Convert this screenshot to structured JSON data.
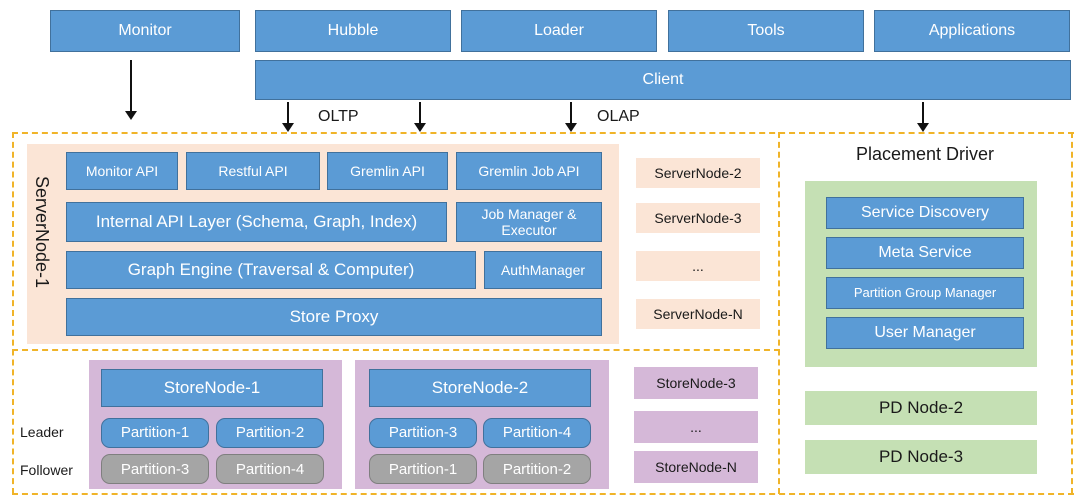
{
  "top_row": [
    "Monitor",
    "Hubble",
    "Loader",
    "Tools",
    "Applications"
  ],
  "client": "Client",
  "oltp_label": "OLTP",
  "olap_label": "OLAP",
  "server_node": {
    "title": "ServerNode-1",
    "api_row": [
      "Monitor API",
      "Restful API",
      "Gremlin API",
      "Gremlin Job API"
    ],
    "internal_api": "Internal API Layer (Schema, Graph, Index)",
    "job_manager": "Job Manager & Executor",
    "graph_engine": "Graph Engine (Traversal & Computer)",
    "auth_manager": "AuthManager",
    "store_proxy": "Store Proxy"
  },
  "server_list": [
    "ServerNode-2",
    "ServerNode-3",
    "...",
    "ServerNode-N"
  ],
  "store_nodes": [
    {
      "title": "StoreNode-1",
      "leader": [
        "Partition-1",
        "Partition-2"
      ],
      "follower": [
        "Partition-3",
        "Partition-4"
      ]
    },
    {
      "title": "StoreNode-2",
      "leader": [
        "Partition-3",
        "Partition-4"
      ],
      "follower": [
        "Partition-1",
        "Partition-2"
      ]
    }
  ],
  "store_list": [
    "StoreNode-3",
    "...",
    "StoreNode-N"
  ],
  "leader_label": "Leader",
  "follower_label": "Follower",
  "placement_driver": {
    "title": "Placement Driver",
    "services": [
      "Service Discovery",
      "Meta Service",
      "Partition Group Manager",
      "User Manager"
    ]
  },
  "pd_nodes": [
    "PD Node-2",
    "PD Node-3"
  ],
  "colors": {
    "blue": "#5b9bd5",
    "peach": "#fbe5d6",
    "lilac": "#d5b8d8",
    "green": "#c5e0b4",
    "gray": "#a5a5a5",
    "dash": "#f0b429"
  }
}
